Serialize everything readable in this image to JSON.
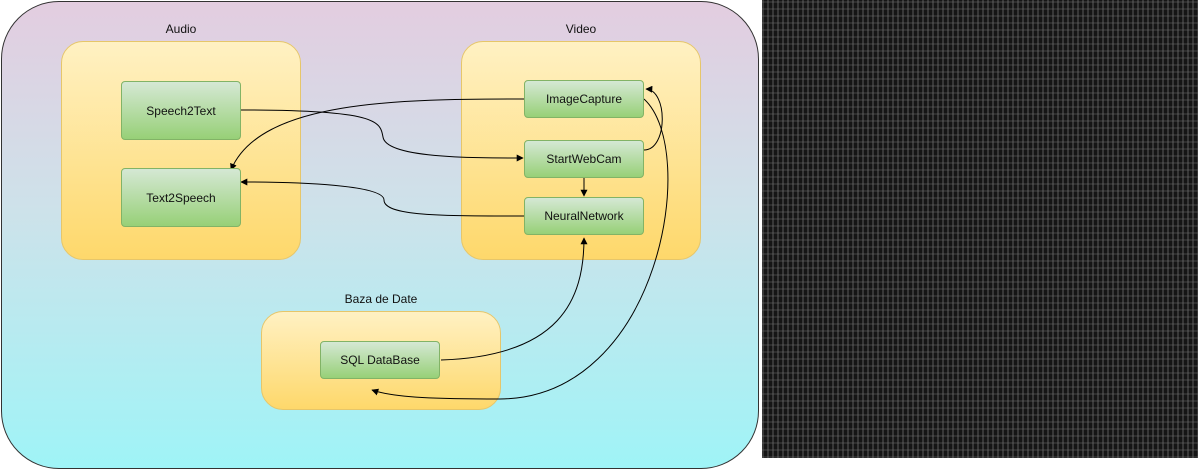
{
  "groups": {
    "audio": "Audio",
    "video": "Video",
    "database": "Baza de Date"
  },
  "nodes": {
    "speech2text": "Speech2Text",
    "text2speech": "Text2Speech",
    "image_capture": "ImageCapture",
    "start_webcam": "StartWebCam",
    "neural_network": "NeuralNetwork",
    "sql_database": "SQL DataBase"
  },
  "colors": {
    "outer_top": "#e3cde0",
    "outer_bottom": "#9ff4f7",
    "group_fill_top": "#fff1c3",
    "group_fill_bottom": "#fed86b",
    "node_fill_top": "#d5e8d4",
    "node_fill_bottom": "#97d077",
    "node_stroke": "#82b366",
    "edge": "#000000"
  },
  "edges": [
    {
      "from": "Speech2Text",
      "to": "StartWebCam"
    },
    {
      "from": "ImageCapture",
      "to": "Text2Speech"
    },
    {
      "from": "NeuralNetwork",
      "to": "Text2Speech"
    },
    {
      "from": "StartWebCam",
      "to": "NeuralNetwork"
    },
    {
      "from": "StartWebCam",
      "to": "ImageCapture"
    },
    {
      "from": "ImageCapture",
      "to": "SQL DataBase"
    },
    {
      "from": "SQL DataBase",
      "to": "NeuralNetwork"
    }
  ]
}
